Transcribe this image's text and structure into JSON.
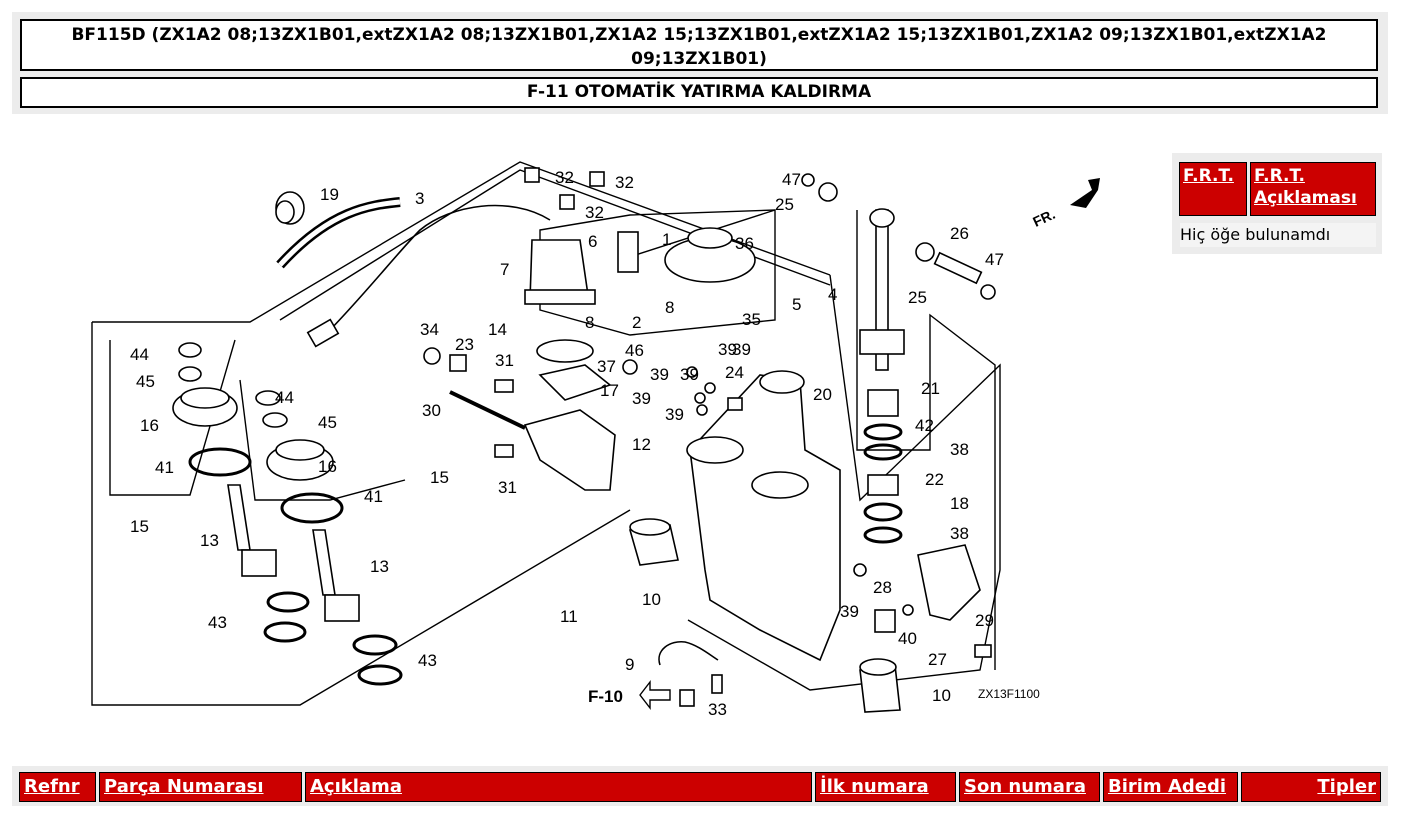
{
  "header": {
    "title": "BF115D (ZX1A2 08;13ZX1B01,extZX1A2 08;13ZX1B01,ZX1A2 15;13ZX1B01,extZX1A2 15;13ZX1B01,ZX1A2 09;13ZX1B01,extZX1A2 09;13ZX1B01)",
    "subtitle": "F-11 OTOMATİK YATIRMA KALDIRMA"
  },
  "diagram": {
    "code": "ZX13F1100",
    "ref_page": "F-10",
    "direction": "FR.",
    "callouts": [
      "1",
      "2",
      "3",
      "4",
      "5",
      "6",
      "7",
      "8",
      "9",
      "10",
      "11",
      "12",
      "13",
      "14",
      "15",
      "16",
      "17",
      "18",
      "19",
      "20",
      "21",
      "22",
      "23",
      "24",
      "25",
      "26",
      "27",
      "28",
      "29",
      "30",
      "31",
      "32",
      "33",
      "34",
      "35",
      "36",
      "37",
      "38",
      "39",
      "40",
      "41",
      "42",
      "43",
      "44",
      "45",
      "46",
      "47"
    ]
  },
  "frt": {
    "col1": "F.R.T.",
    "col2": "F.R.T. Açıklaması",
    "empty": "Hiç öğe bulunamdı"
  },
  "parts_table": {
    "columns": [
      "Refnr",
      "Parça Numarası",
      "Açıklama",
      "İlk numara",
      "Son numara",
      "Birim Adedi",
      "Tipler"
    ]
  },
  "colors": {
    "header_red": "#cc0000",
    "panel_gray": "#ececec"
  }
}
